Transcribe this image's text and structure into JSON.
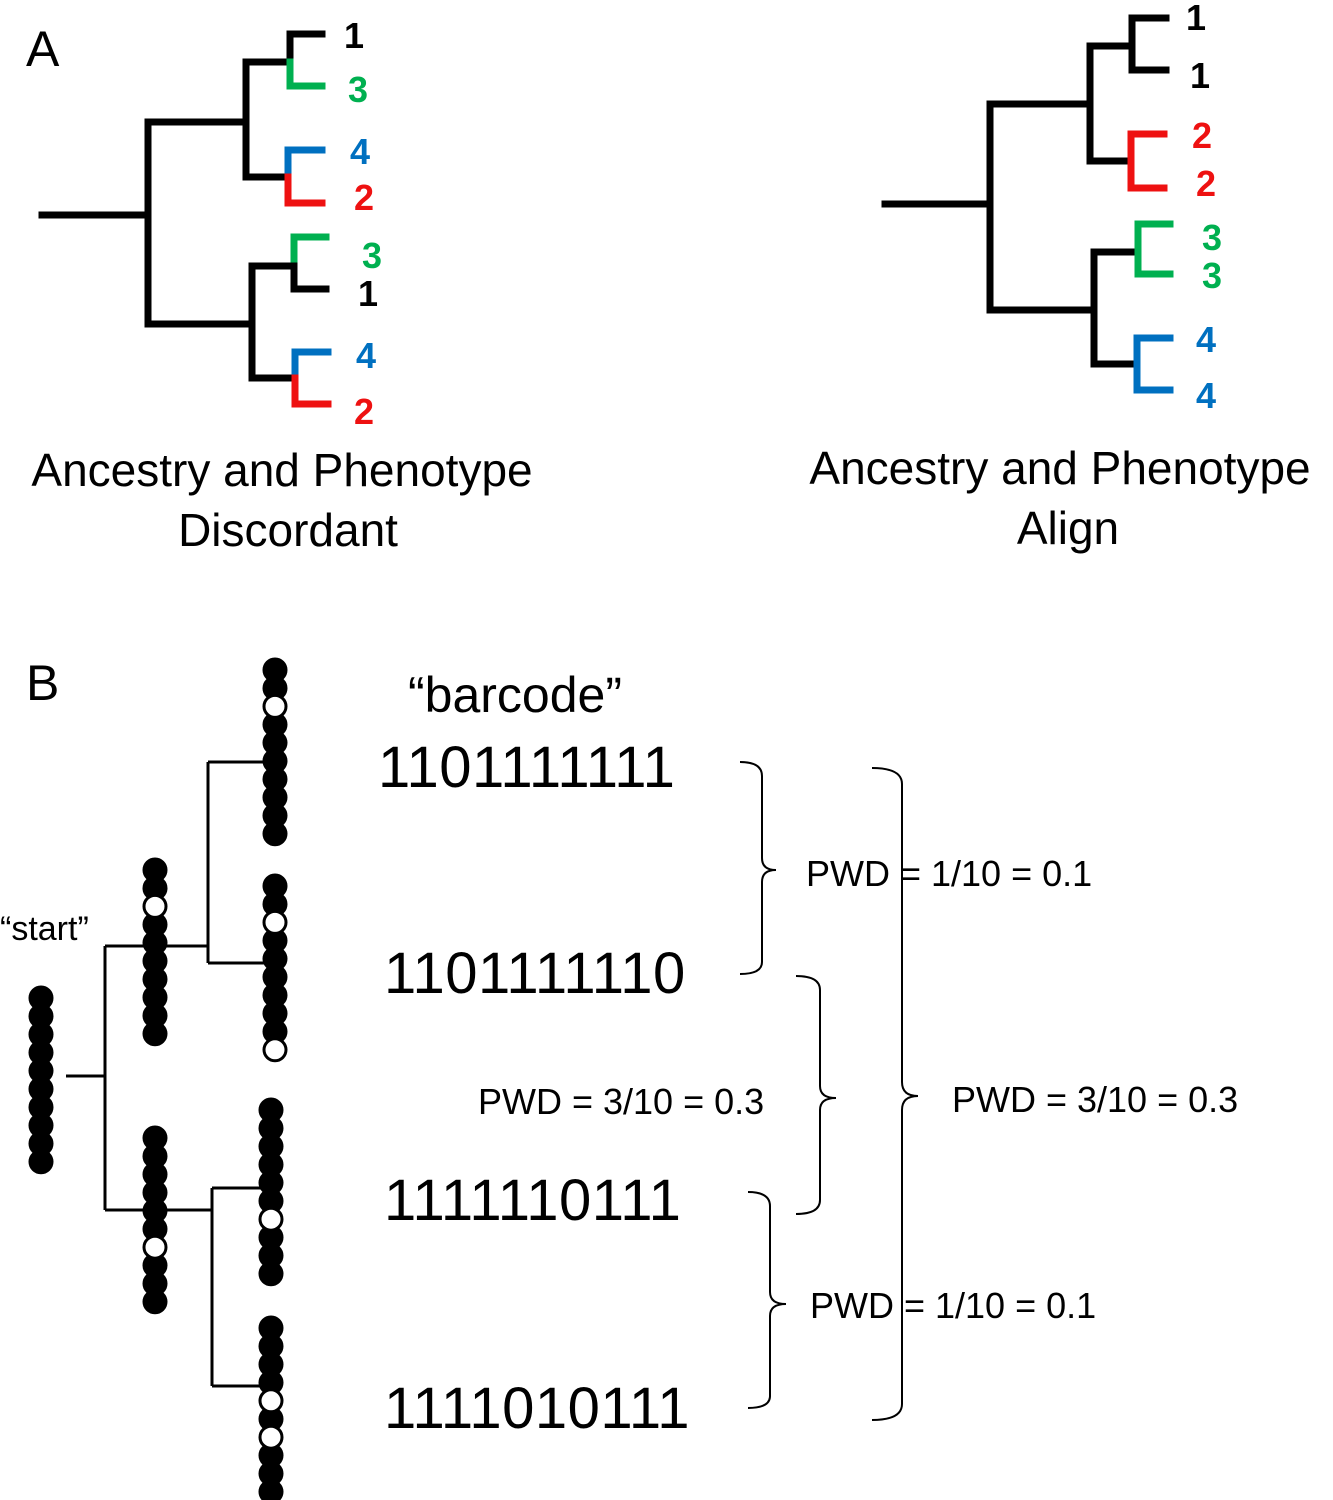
{
  "panel_a": {
    "label": "A",
    "colors": {
      "black": "#000000",
      "green": "#00b050",
      "blue": "#0070c0",
      "red": "#ee1111"
    },
    "left_tree": {
      "caption_line1": "Ancestry and Phenotype",
      "caption_line2": "Discordant",
      "tips": [
        "1",
        "3",
        "4",
        "2",
        "3",
        "1",
        "4",
        "2"
      ]
    },
    "right_tree": {
      "caption_line1": "Ancestry and Phenotype",
      "caption_line2": "Align",
      "tips": [
        "1",
        "1",
        "2",
        "2",
        "3",
        "3",
        "4",
        "4"
      ]
    }
  },
  "panel_b": {
    "label": "B",
    "heading": "“barcode”",
    "start_label": "“start”",
    "barcodes": [
      "1101111111",
      "1101111110",
      "1111110111",
      "1111010111"
    ],
    "pwd_labels": {
      "pair_1_2": "PWD = 1/10 = 0.1",
      "pair_2_3": "PWD = 3/10 = 0.3",
      "pair_1_4": "PWD = 3/10 = 0.3",
      "pair_3_4": "PWD = 1/10 = 0.1"
    }
  }
}
